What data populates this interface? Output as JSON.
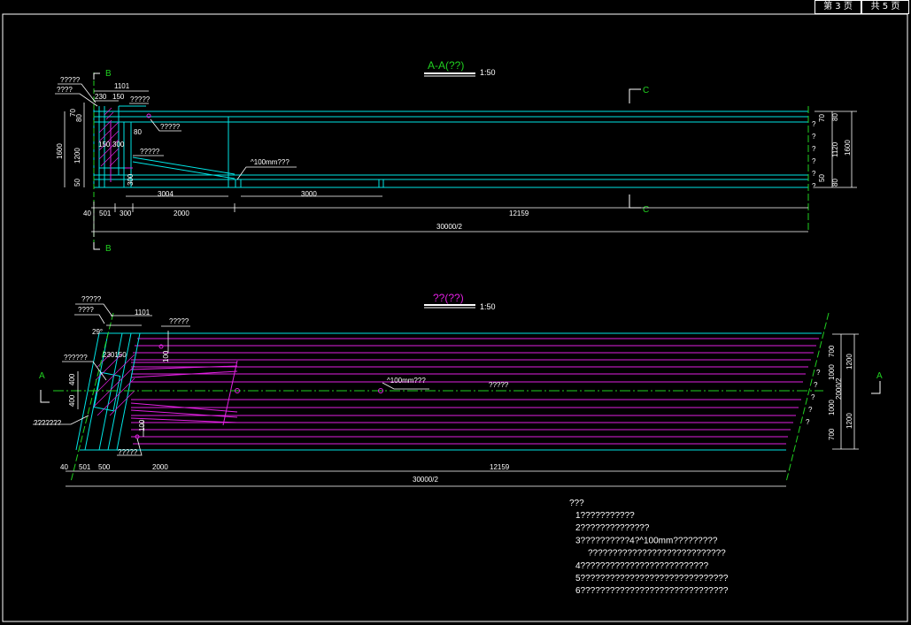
{
  "header": {
    "page_current": "第 3 页",
    "page_total": "共 5 页"
  },
  "section_view": {
    "title": "A-A(??)",
    "scale": "1:50",
    "markers": {
      "b_top": "B",
      "b_bottom": "B",
      "c_top": "C",
      "c_bottom": "C"
    },
    "labels": {
      "l1": "?????",
      "l2": "????",
      "l3": "?????",
      "l4": "?????",
      "l5": "?????",
      "pipe": "^100mm???",
      "right_q": [
        "?",
        "?",
        "?",
        "?",
        "?",
        "?"
      ]
    },
    "dims": {
      "top_1101": "1101",
      "top_230": "230",
      "top_150": "150",
      "left_1600": "1600",
      "left_70": "70",
      "left_80": "80",
      "left_1200": "1200",
      "left_50": "50",
      "in_80": "80",
      "in_150": "150",
      "in_300": "300",
      "in_300b": "300",
      "bot_3004": "3004",
      "bot_3000": "3000",
      "row1_40": "40",
      "row1_501": "501",
      "row1_300": "300",
      "row1_2000": "2000",
      "row1_12159": "12159",
      "total": "30000/2",
      "right_70": "70",
      "right_80": "80",
      "right_1120": "1120",
      "right_1600": "1600",
      "right_50": "50",
      "right_80b": "80"
    }
  },
  "plan_view": {
    "title": "??(??)",
    "scale": "1:50",
    "markers": {
      "a_left": "A",
      "a_right": "A"
    },
    "labels": {
      "l1": "?????",
      "l2": "????",
      "l3": "?????",
      "l4": "??????",
      "l5": "???????",
      "l6": "?????",
      "pipe": "^100mm???",
      "center": "?????",
      "right_q": [
        "?",
        "?",
        "?",
        "?",
        "?"
      ]
    },
    "dims": {
      "top_1101": "1101",
      "angle": "29°",
      "top_230150": "230150",
      "v_100": "100",
      "v_100b": "100",
      "l_400": "400",
      "l_400b": "400",
      "r_700": "700",
      "r_1000": "1000",
      "r_2000": "2000/2",
      "r_1000b": "1000",
      "r_700b": "700",
      "r_1200": "1200",
      "r_1200b": "1200",
      "b_40": "40",
      "b_501": "501",
      "b_500": "500",
      "b_2000": "2000",
      "b_12159": "12159",
      "total": "30000/2"
    }
  },
  "notes": {
    "heading": "???",
    "lines": [
      "1???????????",
      "2??????????????",
      "3??????????4?^100mm?????????",
      "  ????????????????????????????",
      "4??????????????????????????",
      "5??????????????????????????????",
      "6??????????????????????????????"
    ]
  },
  "colors": {
    "cyan": "#00e5e5",
    "magenta": "#e020e0",
    "green": "#20d020",
    "white": "#ffffff",
    "background": "#000000"
  }
}
